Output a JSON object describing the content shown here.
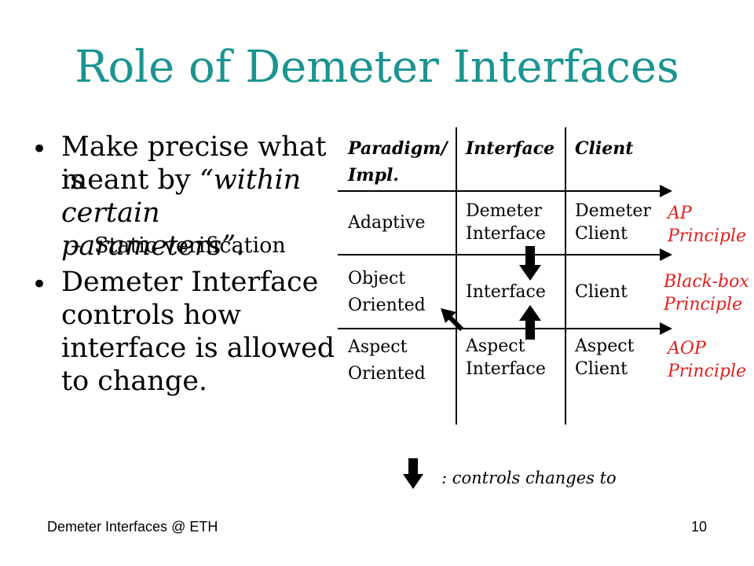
{
  "title": "Role of Demeter Interfaces",
  "bullets": {
    "b1_line1": "Make precise what is",
    "b1_line2_pre": "meant by ",
    "b1_line2_em": "“within",
    "b1_line3": "certain parameters”.",
    "sub_dash": "–",
    "sub_text": "Static verification",
    "b2_line1": "Demeter Interface",
    "b2_line2": "controls how",
    "b2_line3": "interface is allowed",
    "b2_line4": " to change."
  },
  "table": {
    "headers": [
      "Paradigm/\nImpl.",
      "Interface",
      "Client"
    ],
    "rows": [
      [
        "Adaptive",
        "Demeter\nInterface",
        "Demeter\nClient"
      ],
      [
        "Object\nOriented",
        "Interface",
        "Client"
      ],
      [
        "Aspect\nOriented",
        "Aspect\nInterface",
        "Aspect\nClient"
      ]
    ]
  },
  "principles": [
    "AP\nPrinciple",
    "Black-box\nPrinciple",
    "AOP\nPrinciple"
  ],
  "legend": ": controls changes to",
  "footer": {
    "left": "Demeter Interfaces @ ETH",
    "right": "10"
  },
  "colors": {
    "title": "#1a9490",
    "principle": "#e0201f"
  }
}
